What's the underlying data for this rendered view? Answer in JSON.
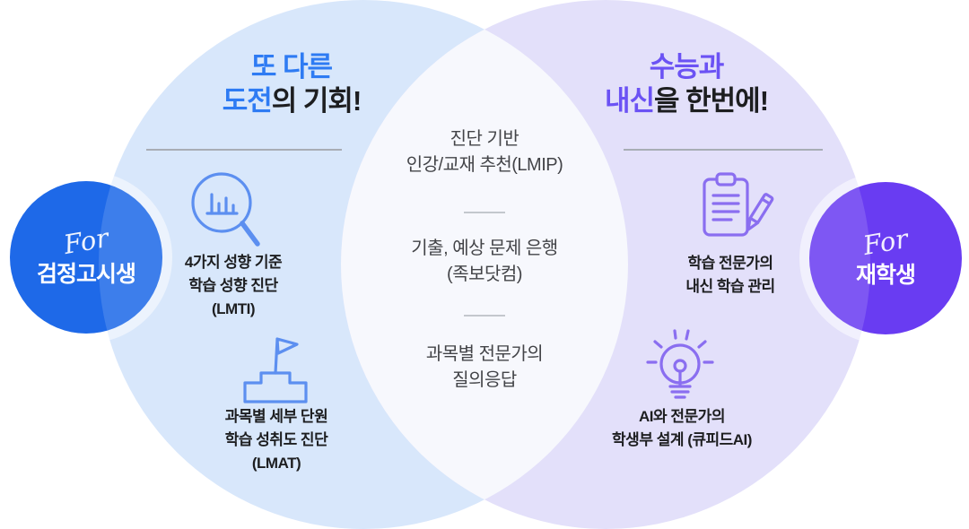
{
  "left_circle": {
    "title_line1": "또 다른",
    "title_line2_highlight": "도전",
    "title_line2_rest": "의 기회!",
    "features": [
      {
        "icon": "magnifier-chart-icon",
        "lines": [
          "4가지 성향 기준",
          "학습 성향 진단",
          "(LMTI)"
        ]
      },
      {
        "icon": "flag-podium-icon",
        "lines": [
          "과목별 세부 단원",
          "학습 성취도 진단",
          "(LMAT)"
        ]
      }
    ],
    "badge": {
      "script": "For",
      "label": "검정고시생"
    }
  },
  "right_circle": {
    "title_line1": "수능과",
    "title_line2_highlight": "내신",
    "title_line2_rest": "을 한번에!",
    "features": [
      {
        "icon": "clipboard-pencil-icon",
        "lines": [
          "학습 전문가의",
          "내신 학습 관리"
        ]
      },
      {
        "icon": "lightbulb-icon",
        "lines": [
          "AI와 전문가의",
          "학생부 설계 (큐피드AI)"
        ]
      }
    ],
    "badge": {
      "script": "For",
      "label": "재학생"
    }
  },
  "center": {
    "items": [
      {
        "lines": [
          "진단 기반",
          "인강/교재 추천(LMIP)"
        ]
      },
      {
        "lines": [
          "기출, 예상 문제 은행",
          "(족보닷컴)"
        ]
      },
      {
        "lines": [
          "과목별 전문가의",
          "질의응답"
        ]
      }
    ]
  },
  "colors": {
    "left_circle_fill": "#d8e7fb",
    "right_circle_fill": "#e3e0fa",
    "overlap_fill": "#f7f8fd",
    "left_accent": "#2e7bf3",
    "right_accent": "#6b52f4",
    "left_badge": "#1e69e8",
    "right_badge": "#693cf2",
    "icon_blue": "#5c8ff0",
    "icon_purple": "#8a6ef0",
    "text_dark": "#1d1e20",
    "text_center": "#434448",
    "divider": "#a8adb5",
    "divider_light": "#c3c7cd"
  }
}
